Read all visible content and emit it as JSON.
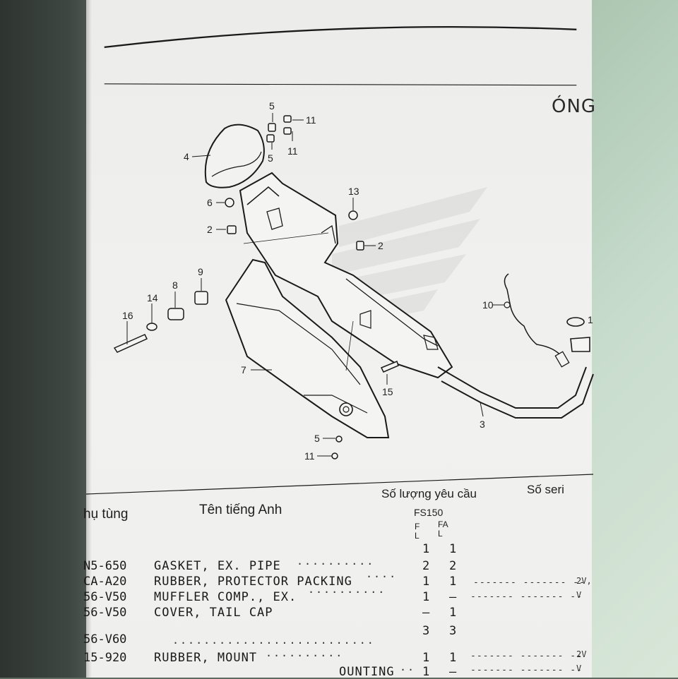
{
  "header": {
    "title": "ÓNG"
  },
  "diagram": {
    "callouts": [
      "5",
      "11",
      "11",
      "5",
      "4",
      "13",
      "6",
      "2",
      "2",
      "9",
      "8",
      "14",
      "16",
      "7",
      "10",
      "15",
      "3",
      "5",
      "11",
      "1"
    ]
  },
  "columns": {
    "part_no": "hụ tùng",
    "english_name": "Tên tiếng Anh",
    "qty_required": "Số lượng yêu cầu",
    "serial": "Số seri",
    "model": "FS150",
    "sub_fl": "F\nL",
    "sub_fal": "FA\nL"
  },
  "rows": [
    {
      "code": "",
      "name": "",
      "dots": "",
      "q1": "1",
      "q2": "1",
      "serial": ""
    },
    {
      "code": "N5-650",
      "name": "GASKET, EX. PIPE",
      "dots": "··········",
      "q1": "2",
      "q2": "2",
      "serial": ""
    },
    {
      "code": "CA-A20",
      "name": "RUBBER, PROTECTOR PACKING",
      "dots": "····",
      "q1": "1",
      "q2": "1",
      "serial": "2V,"
    },
    {
      "code": "56-V50",
      "name": "MUFFLER COMP., EX.",
      "dots": "··········",
      "q1": "1",
      "q2": "–",
      "serial": "V"
    },
    {
      "code": "56-V50",
      "name": "COVER, TAIL CAP",
      "dots": "··········",
      "q1": "–",
      "q2": "1",
      "serial": ""
    },
    {
      "code": "56-V60",
      "name": "",
      "dots": "··························",
      "q1": "3",
      "q2": "3",
      "serial": ""
    },
    {
      "code": "15-920",
      "name": "RUBBER, MOUNT",
      "dots": "··········",
      "q1": "1",
      "q2": "1",
      "serial": "2V"
    },
    {
      "code": "",
      "name": "OUNTING",
      "dots": "··",
      "q1": "1",
      "q2": "–",
      "serial": "V"
    }
  ]
}
